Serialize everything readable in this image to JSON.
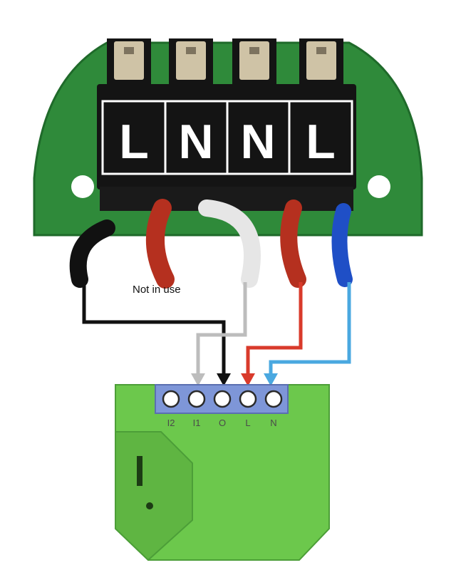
{
  "block_labels": [
    "L",
    "N",
    "N",
    "L"
  ],
  "note_text": "Not in use",
  "module_terminals": [
    "I2",
    "I1",
    "O",
    "L",
    "N"
  ],
  "colors": {
    "board": "#2f8a3a",
    "board_dark": "#1f6a2a",
    "connector": "#141414",
    "terminal_top": "#cfc3a6",
    "wire_black": "#111111",
    "wire_white": "#bdbdbd",
    "wire_red": "#d93a2b",
    "wire_blue": "#4aa8e0",
    "module_green": "#6cc84c",
    "module_edge": "#4c9e38",
    "terminal_strip": "#7e96d8"
  },
  "wires": [
    {
      "name": "black-wire",
      "from": "L",
      "to": "O",
      "color": "#111111"
    },
    {
      "name": "grey-wire",
      "from": "N",
      "to": "I1",
      "color": "#bdbdbd"
    },
    {
      "name": "red-wire",
      "from": "N",
      "to": "L",
      "color": "#d93a2b"
    },
    {
      "name": "blue-wire",
      "from": "L",
      "to": "N",
      "color": "#4aa8e0"
    }
  ]
}
